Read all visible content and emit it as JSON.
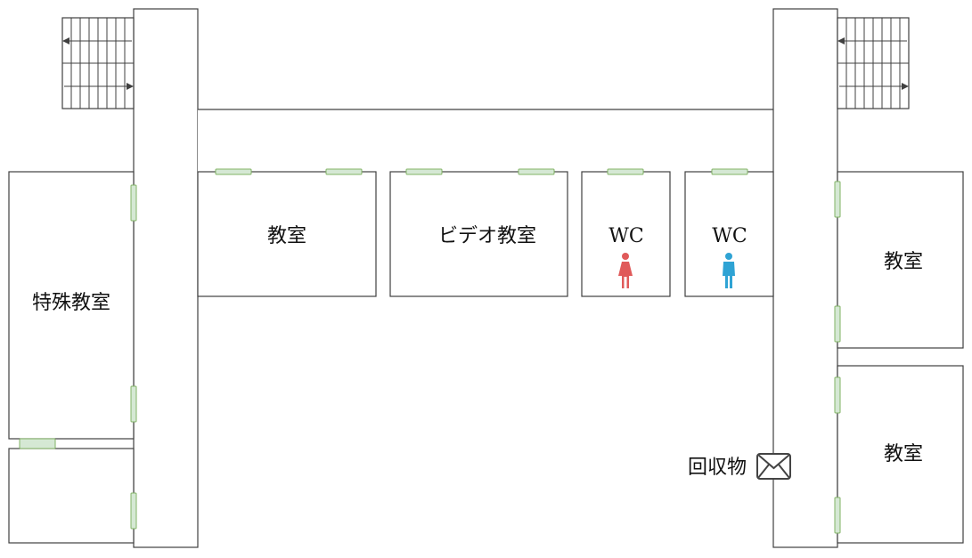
{
  "rooms": {
    "classroom_center": "教室",
    "video_room": "ビデオ教室",
    "wc_women": "WC",
    "wc_men": "WC",
    "special_room": "特殊教室",
    "classroom_right_top": "教室",
    "classroom_right_bottom": "教室"
  },
  "collection": {
    "label": "回収物"
  },
  "icons": {
    "women": "woman-icon",
    "men": "man-icon",
    "collection": "envelope-icon",
    "stairs": "stairs-icon"
  },
  "colors": {
    "wall": "#404040",
    "door_fill": "#d5e8d4",
    "door_stroke": "#82b366",
    "women_icon": "#e05a5a",
    "men_icon": "#2fa3d4"
  }
}
